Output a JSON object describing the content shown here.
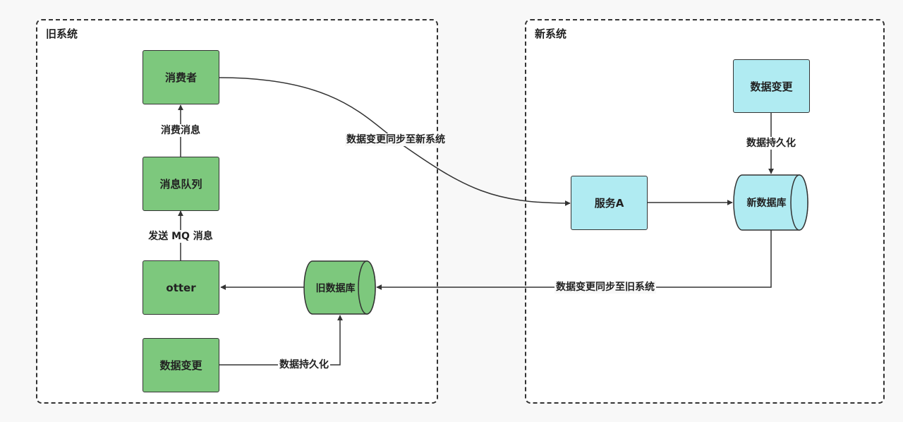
{
  "groups": {
    "old": {
      "title": "旧系统"
    },
    "new": {
      "title": "新系统"
    }
  },
  "nodes": {
    "consumer": "消费者",
    "queue": "消息队列",
    "otter": "otter",
    "old_change": "数据变更",
    "old_db": "旧数据库",
    "service_a": "服务A",
    "new_db": "新数据库",
    "new_change": "数据变更"
  },
  "edges": {
    "consume_msg": "消费消息",
    "send_mq": "发送 MQ 消息",
    "old_persist": "数据持久化",
    "sync_to_new": "数据变更同步至新系统",
    "new_persist": "数据持久化",
    "sync_to_old": "数据变更同步至旧系统"
  },
  "colors": {
    "old_node_fill": "#7dc87d",
    "new_node_fill": "#b0ebf2",
    "line": "#333333"
  }
}
